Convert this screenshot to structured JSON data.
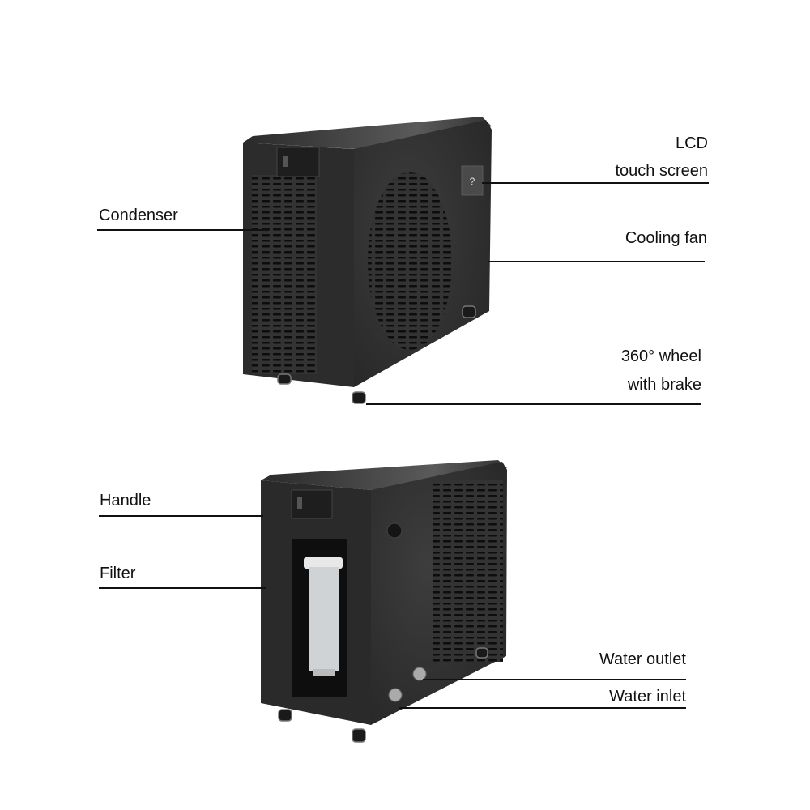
{
  "labels": {
    "lcd_line1": "LCD",
    "lcd_line2": "touch screen",
    "condenser": "Condenser",
    "cooling_fan": "Cooling fan",
    "wheel_line1": "360° wheel",
    "wheel_line2": "with brake",
    "handle": "Handle",
    "filter": "Filter",
    "water_outlet": "Water outlet",
    "water_inlet": "Water inlet"
  },
  "colors": {
    "body": "#2b2b2b",
    "text": "#111111"
  }
}
